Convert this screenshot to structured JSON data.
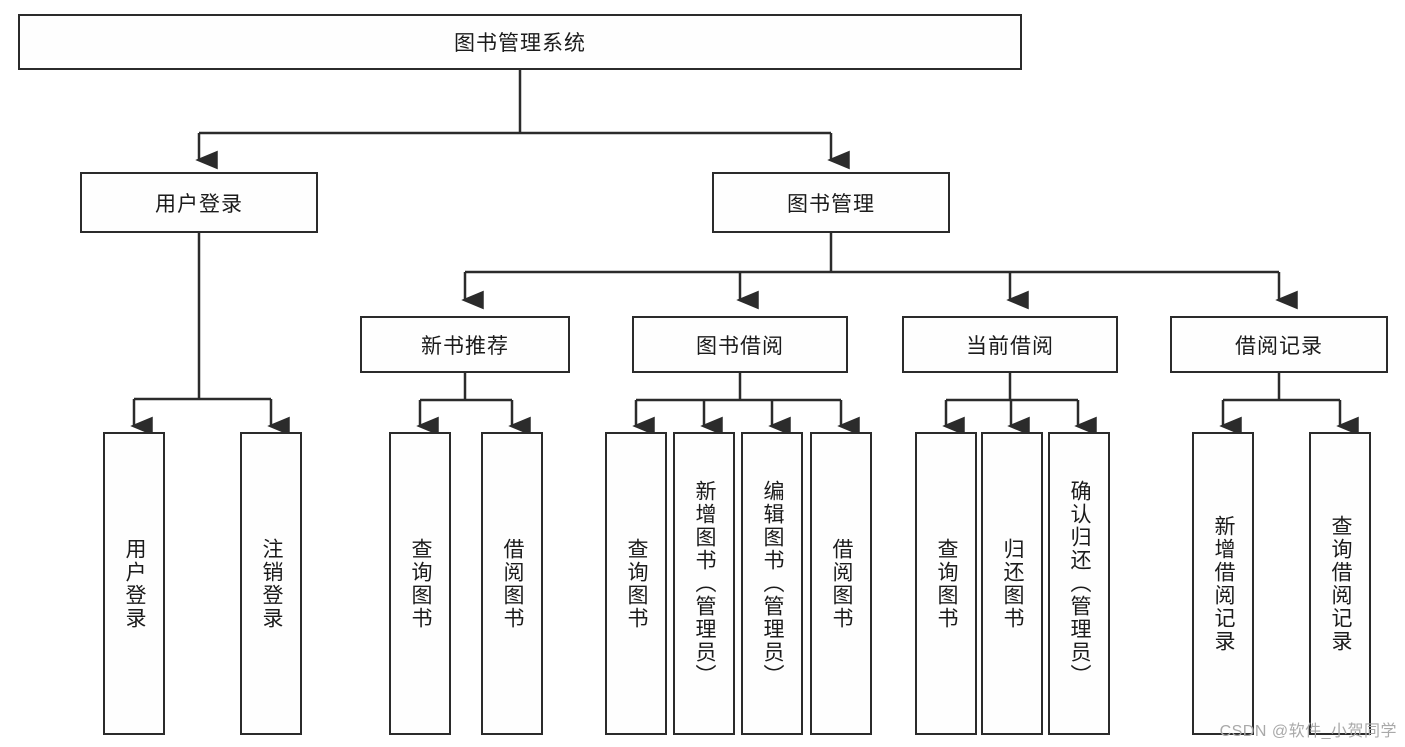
{
  "diagram": {
    "title": "图书管理系统",
    "type": "hierarchy-tree",
    "root": {
      "label": "图书管理系统"
    },
    "level2": [
      {
        "label": "用户登录"
      },
      {
        "label": "图书管理"
      }
    ],
    "level3": [
      {
        "label": "新书推荐"
      },
      {
        "label": "图书借阅"
      },
      {
        "label": "当前借阅"
      },
      {
        "label": "借阅记录"
      }
    ],
    "leaves": {
      "user_login": [
        {
          "label": "用户登录"
        },
        {
          "label": "注销登录"
        }
      ],
      "new_book_recommend": [
        {
          "label": "查询图书"
        },
        {
          "label": "借阅图书"
        }
      ],
      "book_borrow": [
        {
          "label": "查询图书"
        },
        {
          "label": "新增图书（管理员）"
        },
        {
          "label": "编辑图书（管理员）"
        },
        {
          "label": "借阅图书"
        }
      ],
      "current_borrow": [
        {
          "label": "查询图书"
        },
        {
          "label": "归还图书"
        },
        {
          "label": "确认归还（管理员）"
        }
      ],
      "borrow_record": [
        {
          "label": "新增借阅记录"
        },
        {
          "label": "查询借阅记录"
        }
      ]
    },
    "colors": {
      "stroke": "#2b2b2b",
      "fill": "#fefefe",
      "text": "#1b1b1b",
      "watermark": "#a9a9a9"
    }
  },
  "watermark": {
    "text": "CSDN @软件_小贺同学"
  }
}
